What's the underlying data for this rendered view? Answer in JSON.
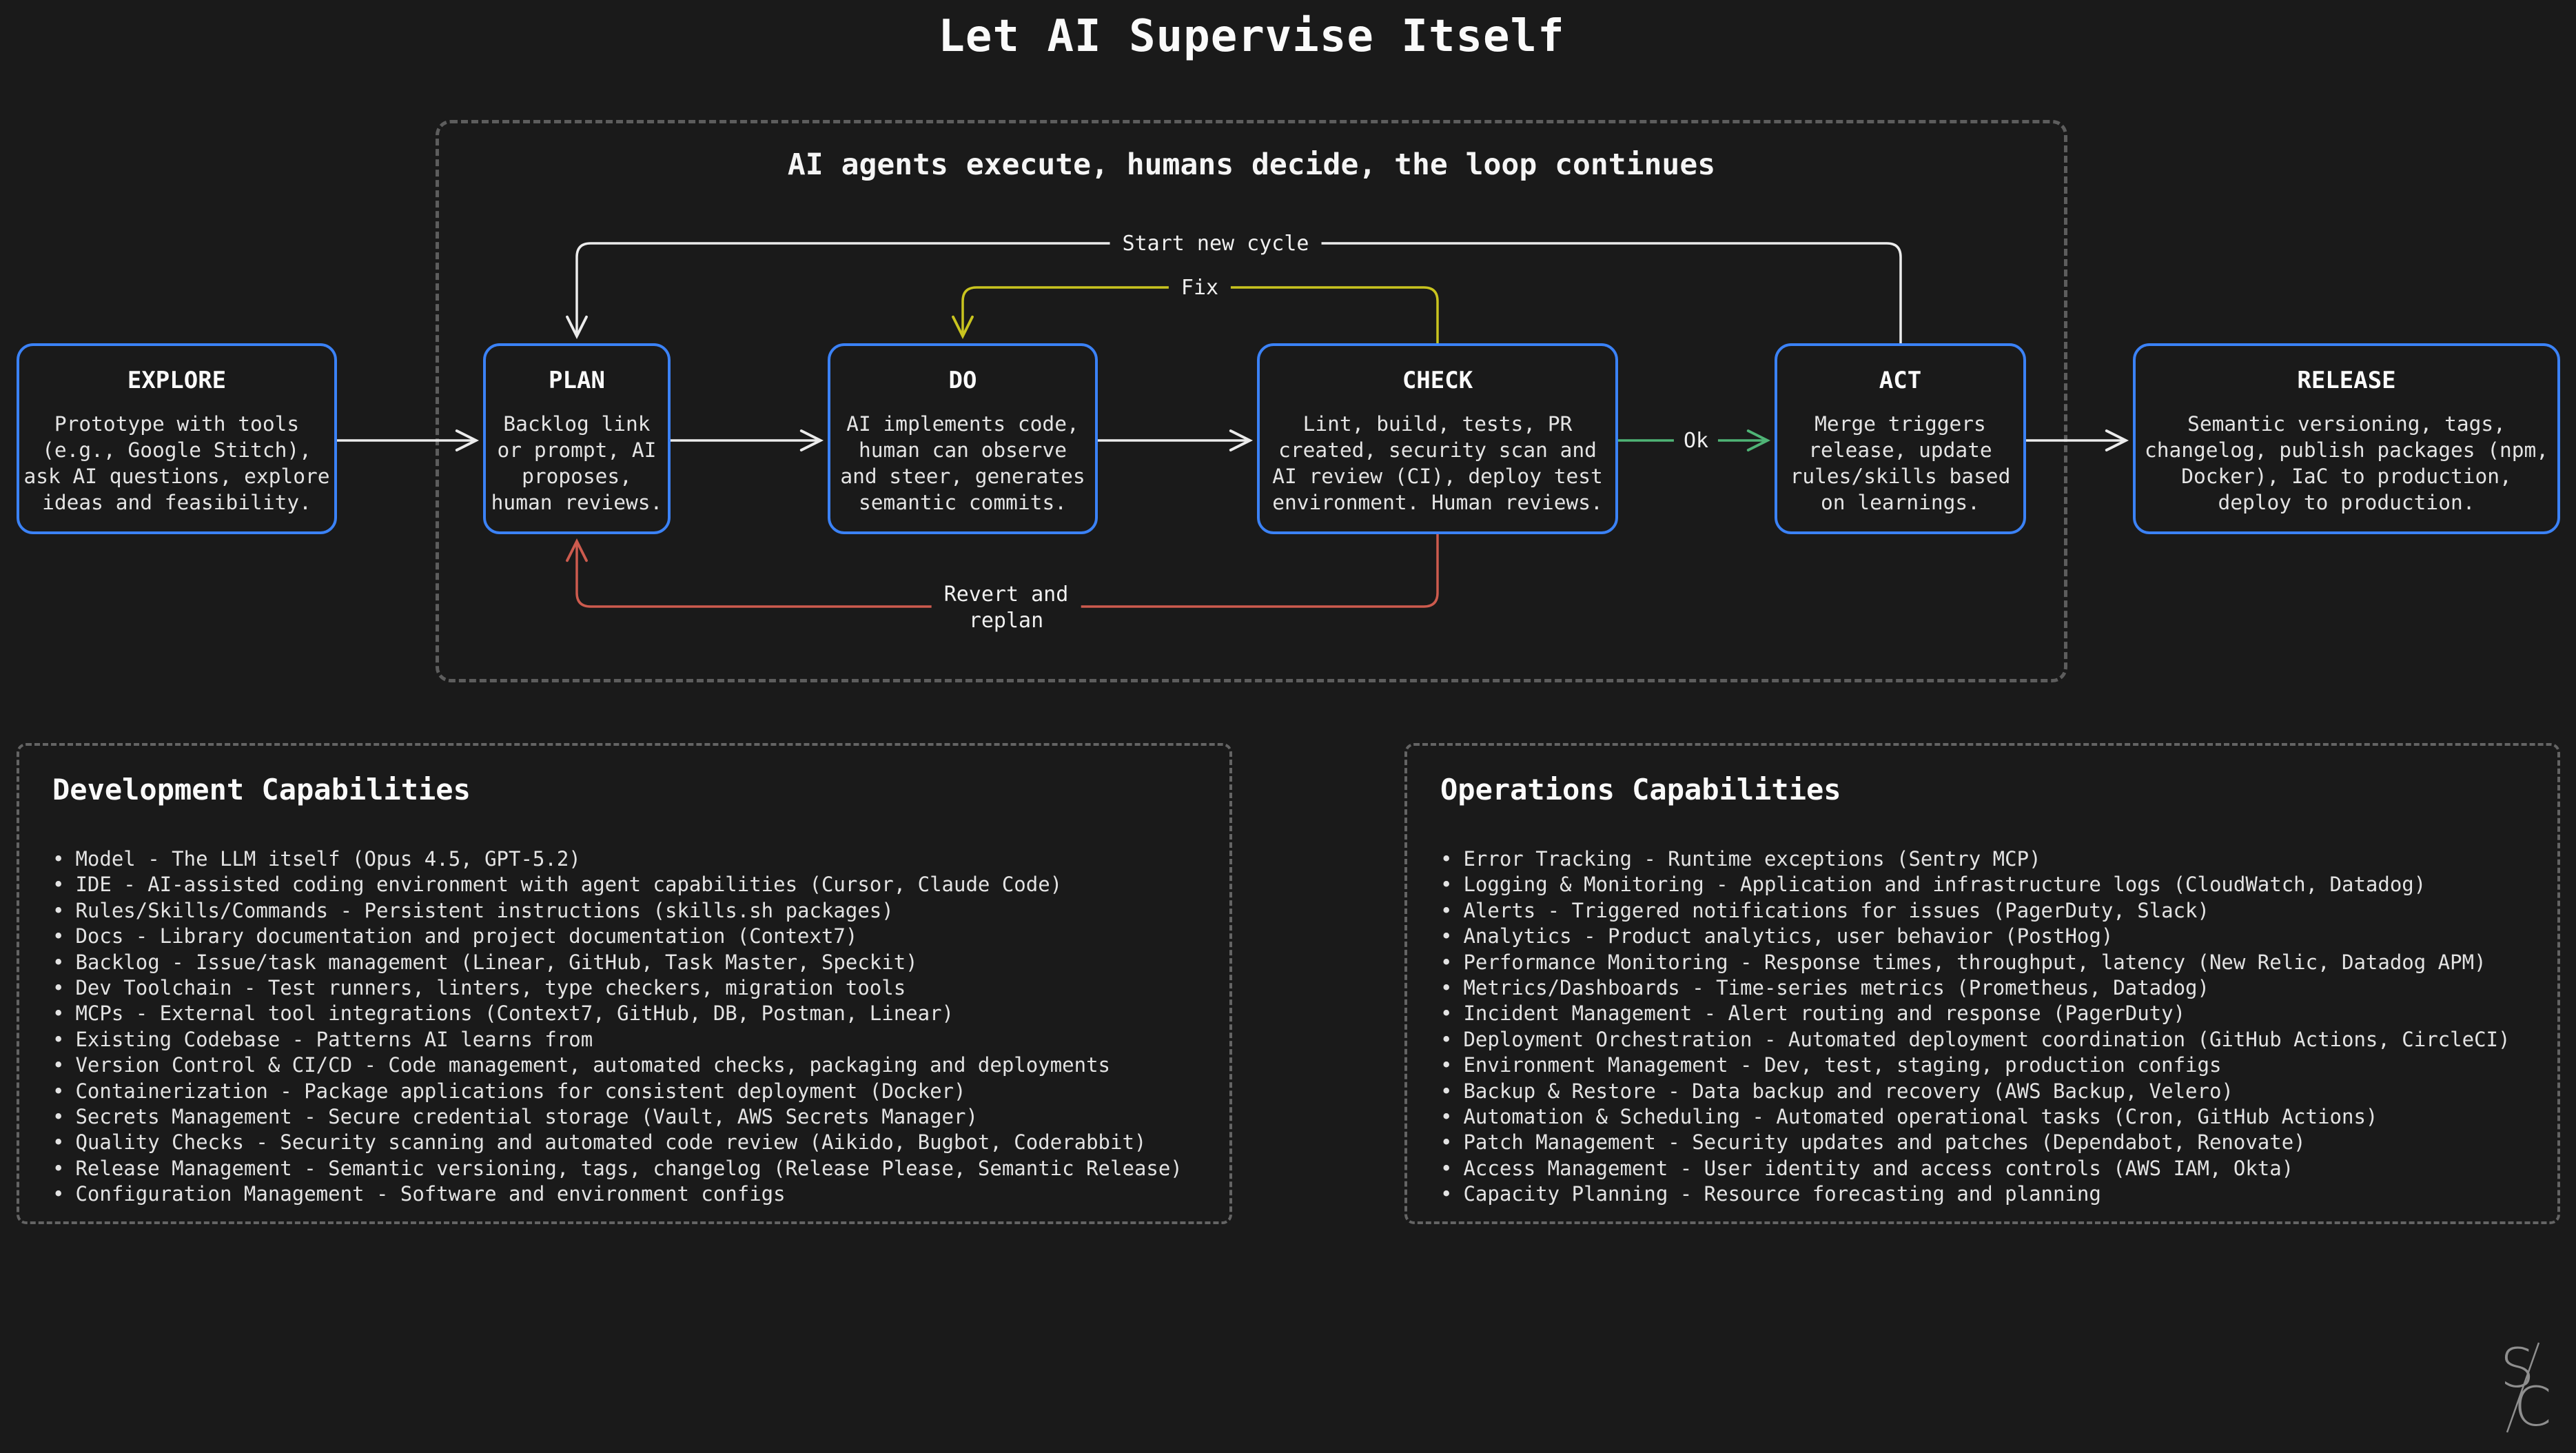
{
  "page": {
    "title": "Let AI Supervise Itself"
  },
  "loop": {
    "subtitle": "AI agents execute, humans decide, the loop continues",
    "labels": {
      "start_new_cycle": "Start new cycle",
      "fix": "Fix",
      "ok": "Ok",
      "revert_line1": "Revert and",
      "revert_line2": "replan"
    }
  },
  "flow": {
    "boxes": [
      {
        "title": "EXPLORE",
        "body": "Prototype with tools\n(e.g., Google Stitch),\nask AI questions, explore\nideas and feasibility."
      },
      {
        "title": "PLAN",
        "body": "Backlog link\nor prompt, AI\nproposes,\nhuman reviews."
      },
      {
        "title": "DO",
        "body": "AI implements code,\nhuman can observe\nand steer, generates\nsemantic commits."
      },
      {
        "title": "CHECK",
        "body": "Lint, build, tests, PR\ncreated, security scan and\nAI review (CI), deploy test\nenvironment. Human reviews."
      },
      {
        "title": "ACT",
        "body": "Merge triggers\nrelease, update\nrules/skills based\non learnings."
      },
      {
        "title": "RELEASE",
        "body": "Semantic versioning, tags,\nchangelog, publish packages (npm,\nDocker), IaC to production,\ndeploy to production."
      }
    ]
  },
  "dev_panel": {
    "title": "Development Capabilities",
    "items": [
      "Model - The LLM itself (Opus 4.5, GPT-5.2)",
      "IDE - AI-assisted coding environment with agent capabilities (Cursor, Claude Code)",
      "Rules/Skills/Commands - Persistent instructions (skills.sh packages)",
      "Docs - Library documentation and project documentation (Context7)",
      "Backlog - Issue/task management (Linear, GitHub, Task Master, Speckit)",
      "Dev Toolchain - Test runners, linters, type checkers, migration tools",
      "MCPs - External tool integrations (Context7, GitHub, DB, Postman, Linear)",
      "Existing Codebase - Patterns AI learns from",
      "Version Control & CI/CD - Code management, automated checks, packaging and deployments",
      "Containerization - Package applications for consistent deployment (Docker)",
      "Secrets Management - Secure credential storage (Vault, AWS Secrets Manager)",
      "Quality Checks - Security scanning and automated code review (Aikido, Bugbot, Coderabbit)",
      "Release Management - Semantic versioning, tags, changelog (Release Please, Semantic Release)",
      "Configuration Management - Software and environment configs"
    ]
  },
  "ops_panel": {
    "title": "Operations Capabilities",
    "items": [
      "Error Tracking - Runtime exceptions (Sentry MCP)",
      "Logging & Monitoring - Application and infrastructure logs (CloudWatch, Datadog)",
      "Alerts - Triggered notifications for issues (PagerDuty, Slack)",
      "Analytics - Product analytics, user behavior (PostHog)",
      "Performance Monitoring - Response times, throughput, latency (New Relic, Datadog APM)",
      "Metrics/Dashboards - Time-series metrics (Prometheus, Datadog)",
      "Incident Management - Alert routing and response (PagerDuty)",
      "Deployment Orchestration - Automated deployment coordination (GitHub Actions, CircleCI)",
      "Environment Management - Dev, test, staging, production configs",
      "Backup & Restore - Data backup and recovery (AWS Backup, Velero)",
      "Automation & Scheduling - Automated operational tasks (Cron, GitHub Actions)",
      "Patch Management - Security updates and patches (Dependabot, Renovate)",
      "Access Management - User identity and access controls (AWS IAM, Okta)",
      "Capacity Planning - Resource forecasting and planning"
    ]
  },
  "logo": {
    "top_letter": "S",
    "bottom_letter": "C"
  },
  "colors": {
    "background": "#1a1a1a",
    "box_border": "#3b82f6",
    "line_white": "#ececec",
    "line_fix_yellow": "#c9c41f",
    "line_revert_red": "#cd5b4e",
    "line_ok_green": "#4fb476",
    "dashed_border": "#5d5d5d",
    "text_primary": "#fafafa",
    "text_secondary": "#e4e4e4"
  }
}
